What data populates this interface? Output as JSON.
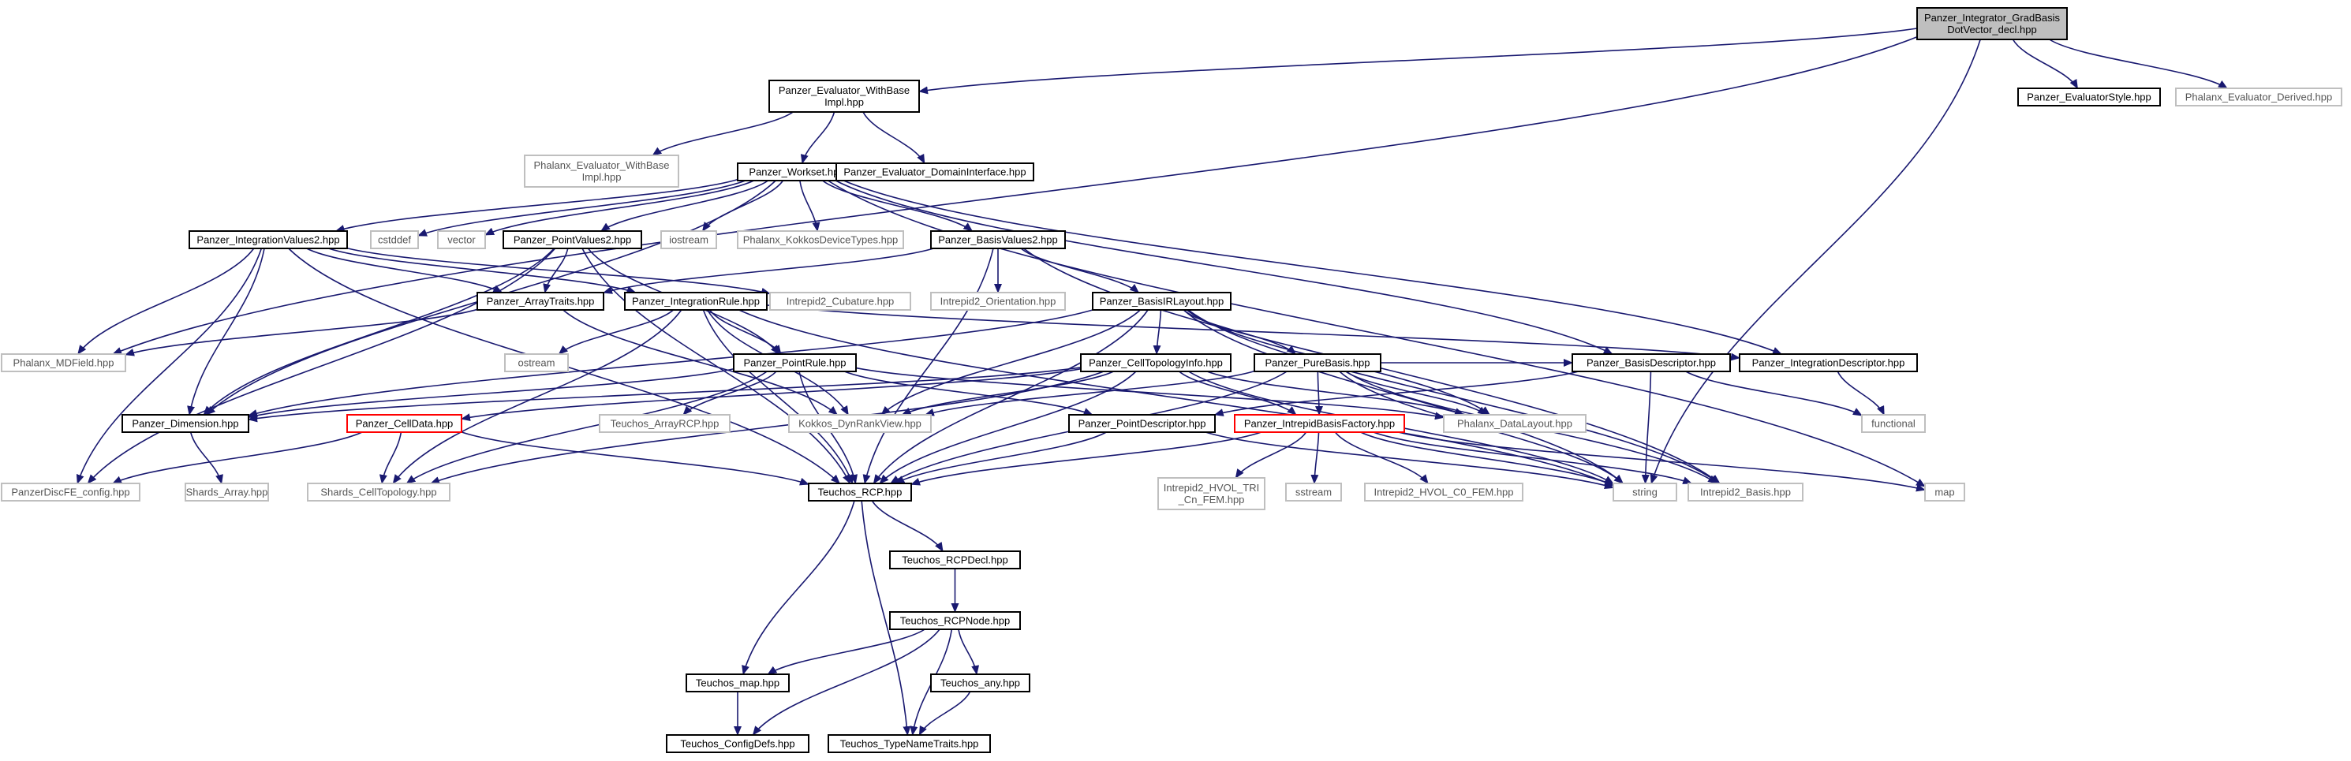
{
  "graph": {
    "nodes": [
      {
        "id": "root",
        "lines": [
          "Panzer_Integrator_GradBasis",
          "DotVector_decl.hpp"
        ],
        "style": "root"
      },
      {
        "id": "ewbi",
        "lines": [
          "Panzer_Evaluator_WithBase",
          "Impl.hpp"
        ],
        "style": "box"
      },
      {
        "id": "estyle",
        "lines": [
          "Panzer_EvaluatorStyle.hpp"
        ],
        "style": "box"
      },
      {
        "id": "ederived",
        "lines": [
          "Phalanx_Evaluator_Derived.hpp"
        ],
        "style": "ext"
      },
      {
        "id": "pewbi",
        "lines": [
          "Phalanx_Evaluator_WithBase",
          "Impl.hpp"
        ],
        "style": "ext"
      },
      {
        "id": "workset",
        "lines": [
          "Panzer_Workset.hpp"
        ],
        "style": "box"
      },
      {
        "id": "edomain",
        "lines": [
          "Panzer_Evaluator_DomainInterface.hpp"
        ],
        "style": "box"
      },
      {
        "id": "iv2",
        "lines": [
          "Panzer_IntegrationValues2.hpp"
        ],
        "style": "box"
      },
      {
        "id": "cstddef",
        "lines": [
          "cstddef"
        ],
        "style": "ext"
      },
      {
        "id": "vector",
        "lines": [
          "vector"
        ],
        "style": "ext"
      },
      {
        "id": "pv2",
        "lines": [
          "Panzer_PointValues2.hpp"
        ],
        "style": "box"
      },
      {
        "id": "iostream",
        "lines": [
          "iostream"
        ],
        "style": "ext"
      },
      {
        "id": "kdt",
        "lines": [
          "Phalanx_KokkosDeviceTypes.hpp"
        ],
        "style": "ext"
      },
      {
        "id": "bv2",
        "lines": [
          "Panzer_BasisValues2.hpp"
        ],
        "style": "box"
      },
      {
        "id": "cub",
        "lines": [
          "Intrepid2_Cubature.hpp"
        ],
        "style": "ext"
      },
      {
        "id": "arrtr",
        "lines": [
          "Panzer_ArrayTraits.hpp"
        ],
        "style": "box"
      },
      {
        "id": "irule",
        "lines": [
          "Panzer_IntegrationRule.hpp"
        ],
        "style": "box"
      },
      {
        "id": "orient",
        "lines": [
          "Intrepid2_Orientation.hpp"
        ],
        "style": "ext"
      },
      {
        "id": "birl",
        "lines": [
          "Panzer_BasisIRLayout.hpp"
        ],
        "style": "box"
      },
      {
        "id": "mdfield",
        "lines": [
          "Phalanx_MDField.hpp"
        ],
        "style": "ext"
      },
      {
        "id": "ostream",
        "lines": [
          "ostream"
        ],
        "style": "ext"
      },
      {
        "id": "prule",
        "lines": [
          "Panzer_PointRule.hpp"
        ],
        "style": "box"
      },
      {
        "id": "cti",
        "lines": [
          "Panzer_CellTopologyInfo.hpp"
        ],
        "style": "box"
      },
      {
        "id": "pbasis",
        "lines": [
          "Panzer_PureBasis.hpp"
        ],
        "style": "box"
      },
      {
        "id": "bdesc",
        "lines": [
          "Panzer_BasisDescriptor.hpp"
        ],
        "style": "box"
      },
      {
        "id": "idesc",
        "lines": [
          "Panzer_IntegrationDescriptor.hpp"
        ],
        "style": "box"
      },
      {
        "id": "dim",
        "lines": [
          "Panzer_Dimension.hpp"
        ],
        "style": "box"
      },
      {
        "id": "celldata",
        "lines": [
          "Panzer_CellData.hpp"
        ],
        "style": "red"
      },
      {
        "id": "tarcp",
        "lines": [
          "Teuchos_ArrayRCP.hpp"
        ],
        "style": "ext"
      },
      {
        "id": "kdrv",
        "lines": [
          "Kokkos_DynRankView.hpp"
        ],
        "style": "ext"
      },
      {
        "id": "pdesc",
        "lines": [
          "Panzer_PointDescriptor.hpp"
        ],
        "style": "box"
      },
      {
        "id": "ibf",
        "lines": [
          "Panzer_IntrepidBasisFactory.hpp"
        ],
        "style": "red"
      },
      {
        "id": "pdl",
        "lines": [
          "Phalanx_DataLayout.hpp"
        ],
        "style": "ext"
      },
      {
        "id": "functional",
        "lines": [
          "functional"
        ],
        "style": "ext"
      },
      {
        "id": "pdfc",
        "lines": [
          "PanzerDiscFE_config.hpp"
        ],
        "style": "ext"
      },
      {
        "id": "sarr",
        "lines": [
          "Shards_Array.hpp"
        ],
        "style": "ext"
      },
      {
        "id": "sct",
        "lines": [
          "Shards_CellTopology.hpp"
        ],
        "style": "ext"
      },
      {
        "id": "trcp",
        "lines": [
          "Teuchos_RCP.hpp"
        ],
        "style": "box"
      },
      {
        "id": "htri",
        "lines": [
          "Intrepid2_HVOL_TRI",
          "_Cn_FEM.hpp"
        ],
        "style": "ext"
      },
      {
        "id": "sstream",
        "lines": [
          "sstream"
        ],
        "style": "ext"
      },
      {
        "id": "hc0",
        "lines": [
          "Intrepid2_HVOL_C0_FEM.hpp"
        ],
        "style": "ext"
      },
      {
        "id": "string",
        "lines": [
          "string"
        ],
        "style": "ext"
      },
      {
        "id": "ibasis",
        "lines": [
          "Intrepid2_Basis.hpp"
        ],
        "style": "ext"
      },
      {
        "id": "map",
        "lines": [
          "map"
        ],
        "style": "ext"
      },
      {
        "id": "trcpdecl",
        "lines": [
          "Teuchos_RCPDecl.hpp"
        ],
        "style": "box"
      },
      {
        "id": "trcpnode",
        "lines": [
          "Teuchos_RCPNode.hpp"
        ],
        "style": "box"
      },
      {
        "id": "tmap",
        "lines": [
          "Teuchos_map.hpp"
        ],
        "style": "box"
      },
      {
        "id": "tany",
        "lines": [
          "Teuchos_any.hpp"
        ],
        "style": "box"
      },
      {
        "id": "tconf",
        "lines": [
          "Teuchos_ConfigDefs.hpp"
        ],
        "style": "box"
      },
      {
        "id": "ttnt",
        "lines": [
          "Teuchos_TypeNameTraits.hpp"
        ],
        "style": "box"
      }
    ],
    "edges": [
      [
        "root",
        "ewbi"
      ],
      [
        "root",
        "estyle"
      ],
      [
        "root",
        "ederived"
      ],
      [
        "root",
        "mdfield"
      ],
      [
        "root",
        "string"
      ],
      [
        "ewbi",
        "pewbi"
      ],
      [
        "ewbi",
        "workset"
      ],
      [
        "ewbi",
        "edomain"
      ],
      [
        "workset",
        "iv2"
      ],
      [
        "workset",
        "cstddef"
      ],
      [
        "workset",
        "vector"
      ],
      [
        "workset",
        "pv2"
      ],
      [
        "workset",
        "iostream"
      ],
      [
        "workset",
        "kdt"
      ],
      [
        "workset",
        "bv2"
      ],
      [
        "workset",
        "dim"
      ],
      [
        "workset",
        "bdesc"
      ],
      [
        "workset",
        "idesc"
      ],
      [
        "workset",
        "map"
      ],
      [
        "iv2",
        "cub"
      ],
      [
        "iv2",
        "arrtr"
      ],
      [
        "iv2",
        "irule"
      ],
      [
        "iv2",
        "mdfield"
      ],
      [
        "iv2",
        "dim"
      ],
      [
        "iv2",
        "pdfc"
      ],
      [
        "iv2",
        "trcp"
      ],
      [
        "pv2",
        "arrtr"
      ],
      [
        "pv2",
        "prule"
      ],
      [
        "pv2",
        "dim"
      ],
      [
        "pv2",
        "pdfc"
      ],
      [
        "pv2",
        "trcp"
      ],
      [
        "bv2",
        "arrtr"
      ],
      [
        "bv2",
        "orient"
      ],
      [
        "bv2",
        "birl"
      ],
      [
        "bv2",
        "trcp"
      ],
      [
        "bv2",
        "ibasis"
      ],
      [
        "arrtr",
        "mdfield"
      ],
      [
        "arrtr",
        "kdrv"
      ],
      [
        "irule",
        "ostream"
      ],
      [
        "irule",
        "prule"
      ],
      [
        "irule",
        "idesc"
      ],
      [
        "irule",
        "sct"
      ],
      [
        "irule",
        "trcp"
      ],
      [
        "irule",
        "kdrv"
      ],
      [
        "irule",
        "string"
      ],
      [
        "prule",
        "tarcp"
      ],
      [
        "prule",
        "dim"
      ],
      [
        "prule",
        "pdesc"
      ],
      [
        "prule",
        "sct"
      ],
      [
        "prule",
        "trcp"
      ],
      [
        "prule",
        "pdl"
      ],
      [
        "birl",
        "cti"
      ],
      [
        "birl",
        "pbasis"
      ],
      [
        "birl",
        "kdrv"
      ],
      [
        "birl",
        "pdl"
      ],
      [
        "birl",
        "trcp"
      ],
      [
        "birl",
        "string"
      ],
      [
        "birl",
        "dim"
      ],
      [
        "birl",
        "ibasis"
      ],
      [
        "cti",
        "celldata"
      ],
      [
        "cti",
        "pdl"
      ],
      [
        "cti",
        "kdrv"
      ],
      [
        "cti",
        "trcp"
      ],
      [
        "cti",
        "string"
      ],
      [
        "cti",
        "ibf"
      ],
      [
        "cti",
        "dim"
      ],
      [
        "cti",
        "sct"
      ],
      [
        "pbasis",
        "ibf"
      ],
      [
        "pbasis",
        "bdesc"
      ],
      [
        "pbasis",
        "pdl"
      ],
      [
        "pbasis",
        "trcp"
      ],
      [
        "pbasis",
        "string"
      ],
      [
        "pbasis",
        "kdrv"
      ],
      [
        "pbasis",
        "ibasis"
      ],
      [
        "bdesc",
        "pdesc"
      ],
      [
        "bdesc",
        "functional"
      ],
      [
        "bdesc",
        "string"
      ],
      [
        "idesc",
        "functional"
      ],
      [
        "celldata",
        "pdfc"
      ],
      [
        "celldata",
        "sct"
      ],
      [
        "celldata",
        "trcp"
      ],
      [
        "dim",
        "sarr"
      ],
      [
        "pdesc",
        "trcp"
      ],
      [
        "pdesc",
        "string"
      ],
      [
        "ibf",
        "htri"
      ],
      [
        "ibf",
        "sstream"
      ],
      [
        "ibf",
        "hc0"
      ],
      [
        "ibf",
        "trcp"
      ],
      [
        "ibf",
        "string"
      ],
      [
        "ibf",
        "ibasis"
      ],
      [
        "ibf",
        "map"
      ],
      [
        "trcp",
        "trcpdecl"
      ],
      [
        "trcp",
        "tmap"
      ],
      [
        "trcp",
        "ttnt"
      ],
      [
        "trcpdecl",
        "trcpnode"
      ],
      [
        "trcpnode",
        "tmap"
      ],
      [
        "trcpnode",
        "tany"
      ],
      [
        "trcpnode",
        "tconf"
      ],
      [
        "trcpnode",
        "ttnt"
      ],
      [
        "tmap",
        "tconf"
      ],
      [
        "tany",
        "ttnt"
      ]
    ]
  }
}
